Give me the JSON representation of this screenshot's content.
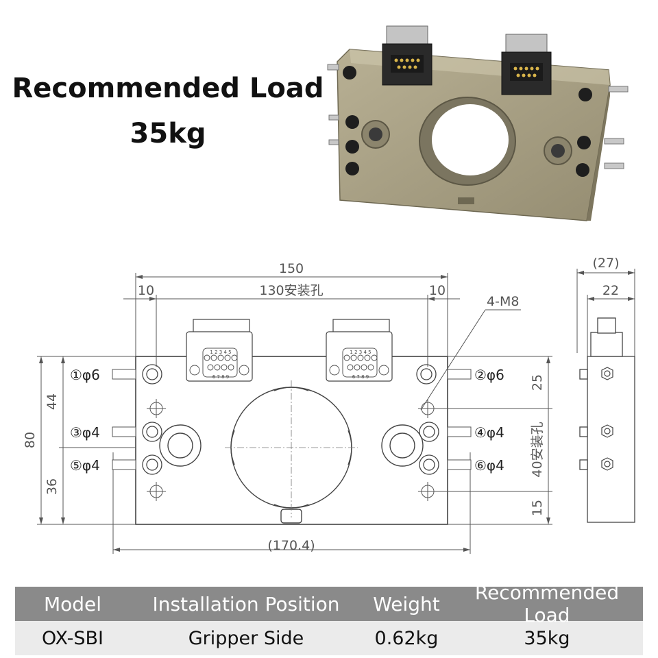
{
  "headline": {
    "line1": "Recommended Load",
    "line2": "35kg"
  },
  "drawing": {
    "dim_width": "150",
    "dim_hole_pitch": "130安装孔",
    "dim_left_edge": "10",
    "dim_right_edge": "10",
    "dim_overall": "(170.4)",
    "thread_callout": "4-M8",
    "dim_height": "80",
    "dim_upper": "44",
    "dim_lower": "36",
    "dim_top_right": "25",
    "dim_hole_pitch_v": "40安装孔",
    "dim_bottom_right": "15",
    "side_overall": "(27)",
    "side_width": "22",
    "ports": [
      {
        "label": "①φ6"
      },
      {
        "label": "②φ6"
      },
      {
        "label": "③φ4"
      },
      {
        "label": "④φ4"
      },
      {
        "label": "⑤φ4"
      },
      {
        "label": "⑥φ4"
      }
    ],
    "connector_pins_top": "1 2 3 4 5",
    "connector_pins_bottom": "6 7 8 9"
  },
  "table": {
    "headers": [
      "Model",
      "Installation Position",
      "Weight",
      "Recommended Load"
    ],
    "rows": [
      [
        "OX-SBI",
        "Gripper Side",
        "0.62kg",
        "35kg"
      ]
    ]
  },
  "colors": {
    "body": "#a59d82",
    "line": "#555555",
    "table_header": "#8a8a8a",
    "table_row": "#ebebeb"
  }
}
